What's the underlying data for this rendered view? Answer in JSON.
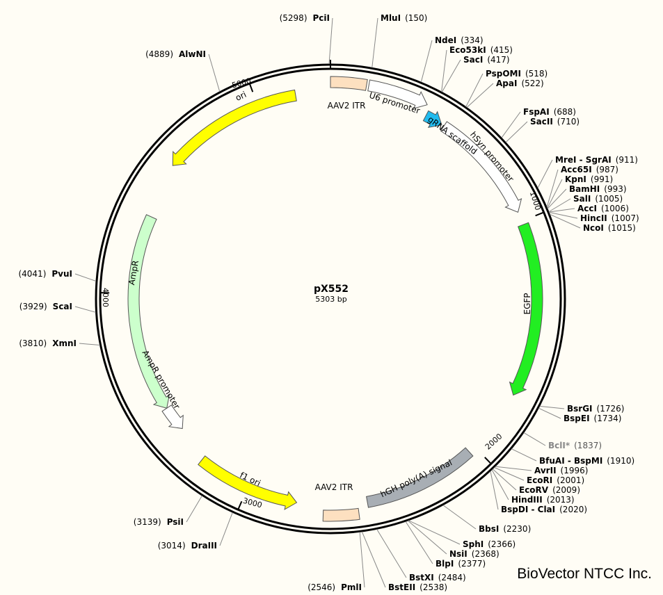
{
  "plasmid": {
    "name": "pX552",
    "size": "5303 bp"
  },
  "brand": "BioVector NTCC Inc.",
  "ticks": [
    "1000",
    "2000",
    "3000",
    "4000",
    "5000"
  ],
  "features": {
    "aav2_itr_left": "AAV2 ITR",
    "u6_promoter": "U6 promoter",
    "grna_scaffold": "gRNA scaffold",
    "hsyn_promoter": "hSyn promoter",
    "egfp": "EGFP",
    "hgh_polya": "hGH poly(A) signal",
    "aav2_itr_right": "AAV2 ITR",
    "f1_ori": "f1 ori",
    "ampr_promoter": "AmpR promoter",
    "ampr": "AmpR",
    "ori": "ori"
  },
  "sites": [
    {
      "name": "PciI",
      "pos": "(5298)"
    },
    {
      "name": "MluI",
      "pos": "(150)"
    },
    {
      "name": "NdeI",
      "pos": "(334)"
    },
    {
      "name": "Eco53kI",
      "pos": "(415)"
    },
    {
      "name": "SacI",
      "pos": "(417)"
    },
    {
      "name": "PspOMI",
      "pos": "(518)"
    },
    {
      "name": "ApaI",
      "pos": "(522)"
    },
    {
      "name": "FspAI",
      "pos": "(688)"
    },
    {
      "name": "SacII",
      "pos": "(710)"
    },
    {
      "name": "MreI - SgrAI",
      "pos": "(911)"
    },
    {
      "name": "Acc65I",
      "pos": "(987)"
    },
    {
      "name": "KpnI",
      "pos": "(991)"
    },
    {
      "name": "BamHI",
      "pos": "(993)"
    },
    {
      "name": "SalI",
      "pos": "(1005)"
    },
    {
      "name": "AccI",
      "pos": "(1006)"
    },
    {
      "name": "HincII",
      "pos": "(1007)"
    },
    {
      "name": "NcoI",
      "pos": "(1015)"
    },
    {
      "name": "BsrGI",
      "pos": "(1726)"
    },
    {
      "name": "BspEI",
      "pos": "(1734)"
    },
    {
      "name": "BclI*",
      "pos": "(1837)"
    },
    {
      "name": "BfuAI - BspMI",
      "pos": "(1910)"
    },
    {
      "name": "AvrII",
      "pos": "(1996)"
    },
    {
      "name": "EcoRI",
      "pos": "(2001)"
    },
    {
      "name": "EcoRV",
      "pos": "(2009)"
    },
    {
      "name": "HindIII",
      "pos": "(2013)"
    },
    {
      "name": "BspDI - ClaI",
      "pos": "(2020)"
    },
    {
      "name": "BbsI",
      "pos": "(2230)"
    },
    {
      "name": "SphI",
      "pos": "(2366)"
    },
    {
      "name": "NsiI",
      "pos": "(2368)"
    },
    {
      "name": "BlpI",
      "pos": "(2377)"
    },
    {
      "name": "BstXI",
      "pos": "(2484)"
    },
    {
      "name": "BstEII",
      "pos": "(2538)"
    },
    {
      "name": "PmlI",
      "pos": "(2546)"
    },
    {
      "name": "DraIII",
      "pos": "(3014)"
    },
    {
      "name": "PsiI",
      "pos": "(3139)"
    },
    {
      "name": "XmnI",
      "pos": "(3810)"
    },
    {
      "name": "ScaI",
      "pos": "(3929)"
    },
    {
      "name": "PvuI",
      "pos": "(4041)"
    },
    {
      "name": "AlwNI",
      "pos": "(4889)"
    }
  ],
  "colors": {
    "itr": "#fde0c0",
    "egfp": "#22ee22",
    "grna": "#22bbee",
    "ori": "#ffff00",
    "ampr": "#ccffcc",
    "polya": "#a8aeb4",
    "white": "#ffffff"
  }
}
